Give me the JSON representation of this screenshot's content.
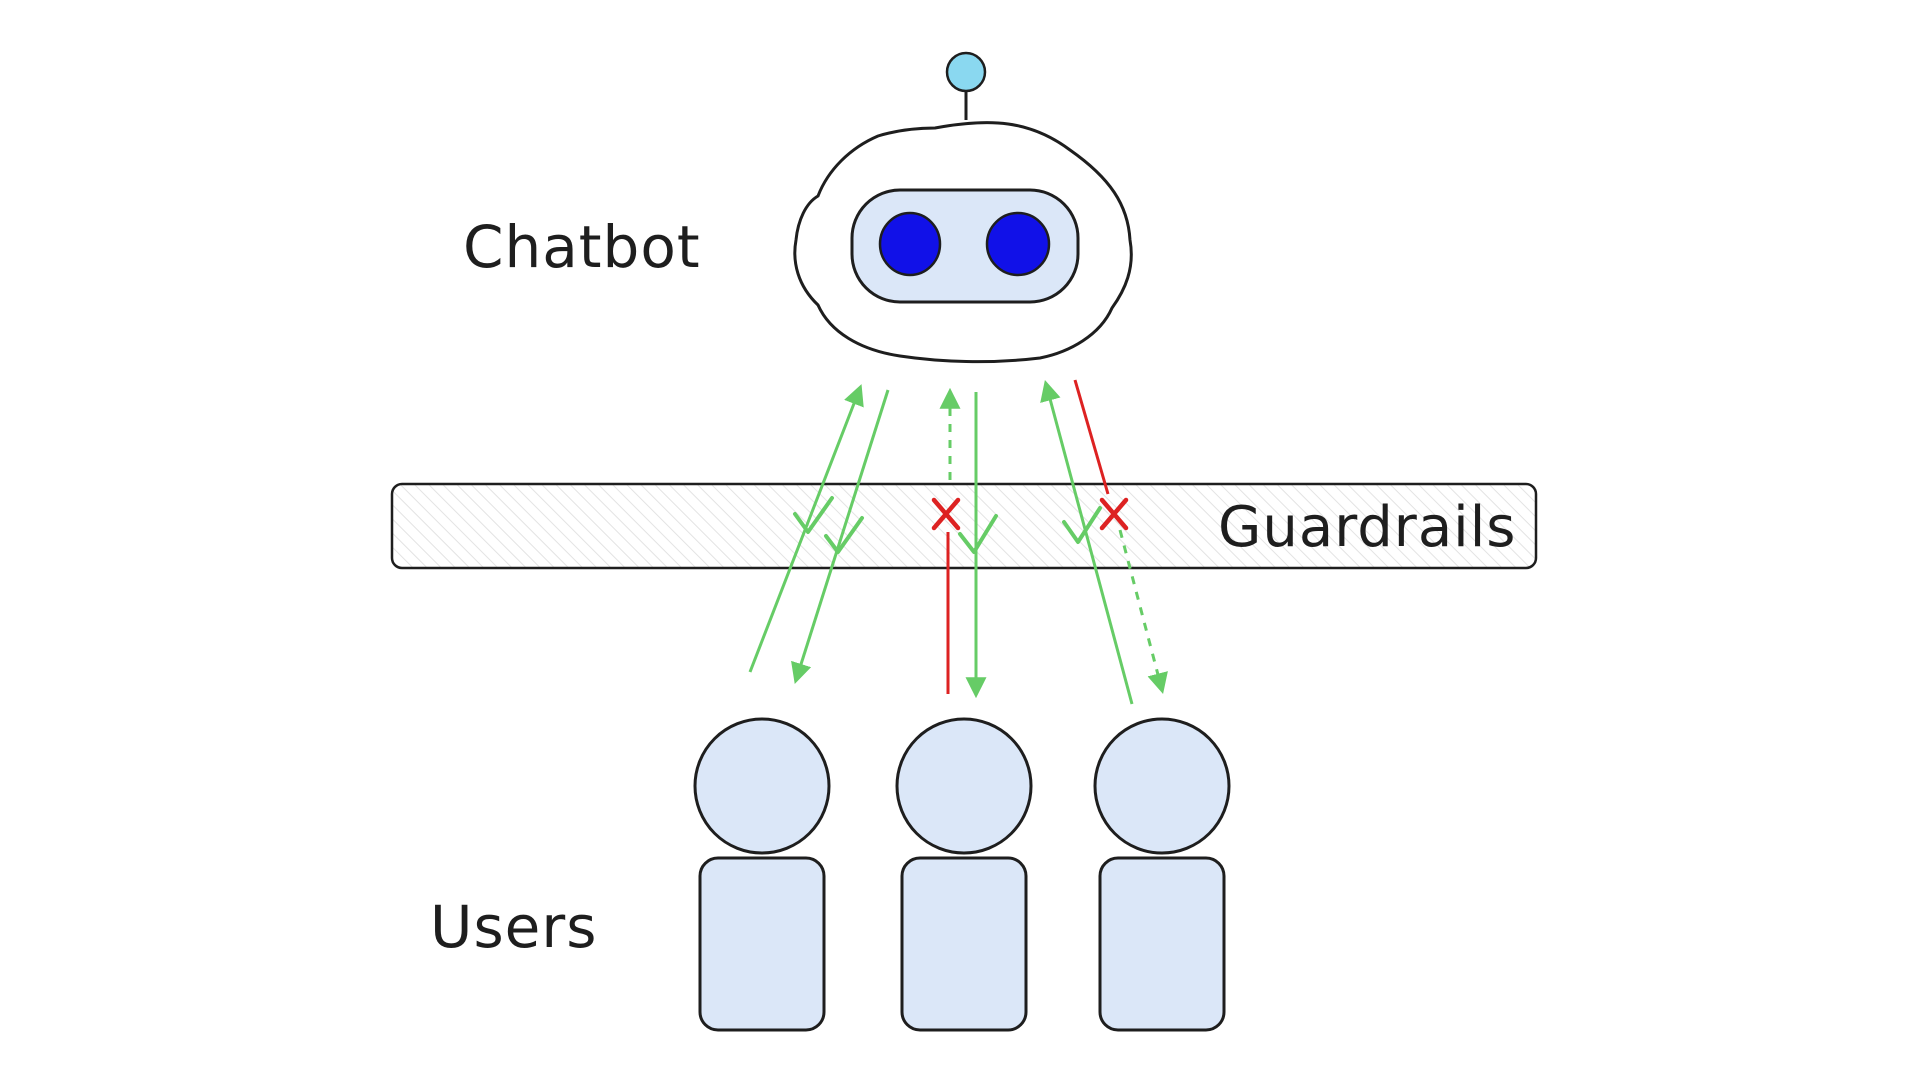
{
  "labels": {
    "chatbot": "Chatbot",
    "guardrails": "Guardrails",
    "users": "Users"
  },
  "colors": {
    "stroke": "#1e1e1e",
    "user_fill": "#dbe7f8",
    "face_fill": "#dbe7f8",
    "eye": "#1111e8",
    "antenna": "#8ad8f0",
    "pass": "#66cc66",
    "block": "#dd2222",
    "rail_hatch": "#e0e0e0"
  },
  "flows": [
    {
      "user": 1,
      "direction": "request",
      "status": "allowed"
    },
    {
      "user": 1,
      "direction": "response",
      "status": "allowed"
    },
    {
      "user": 2,
      "direction": "request",
      "status": "blocked"
    },
    {
      "user": 2,
      "direction": "response",
      "status": "allowed"
    },
    {
      "user": 3,
      "direction": "request",
      "status": "allowed"
    },
    {
      "user": 3,
      "direction": "response",
      "status": "blocked"
    }
  ]
}
